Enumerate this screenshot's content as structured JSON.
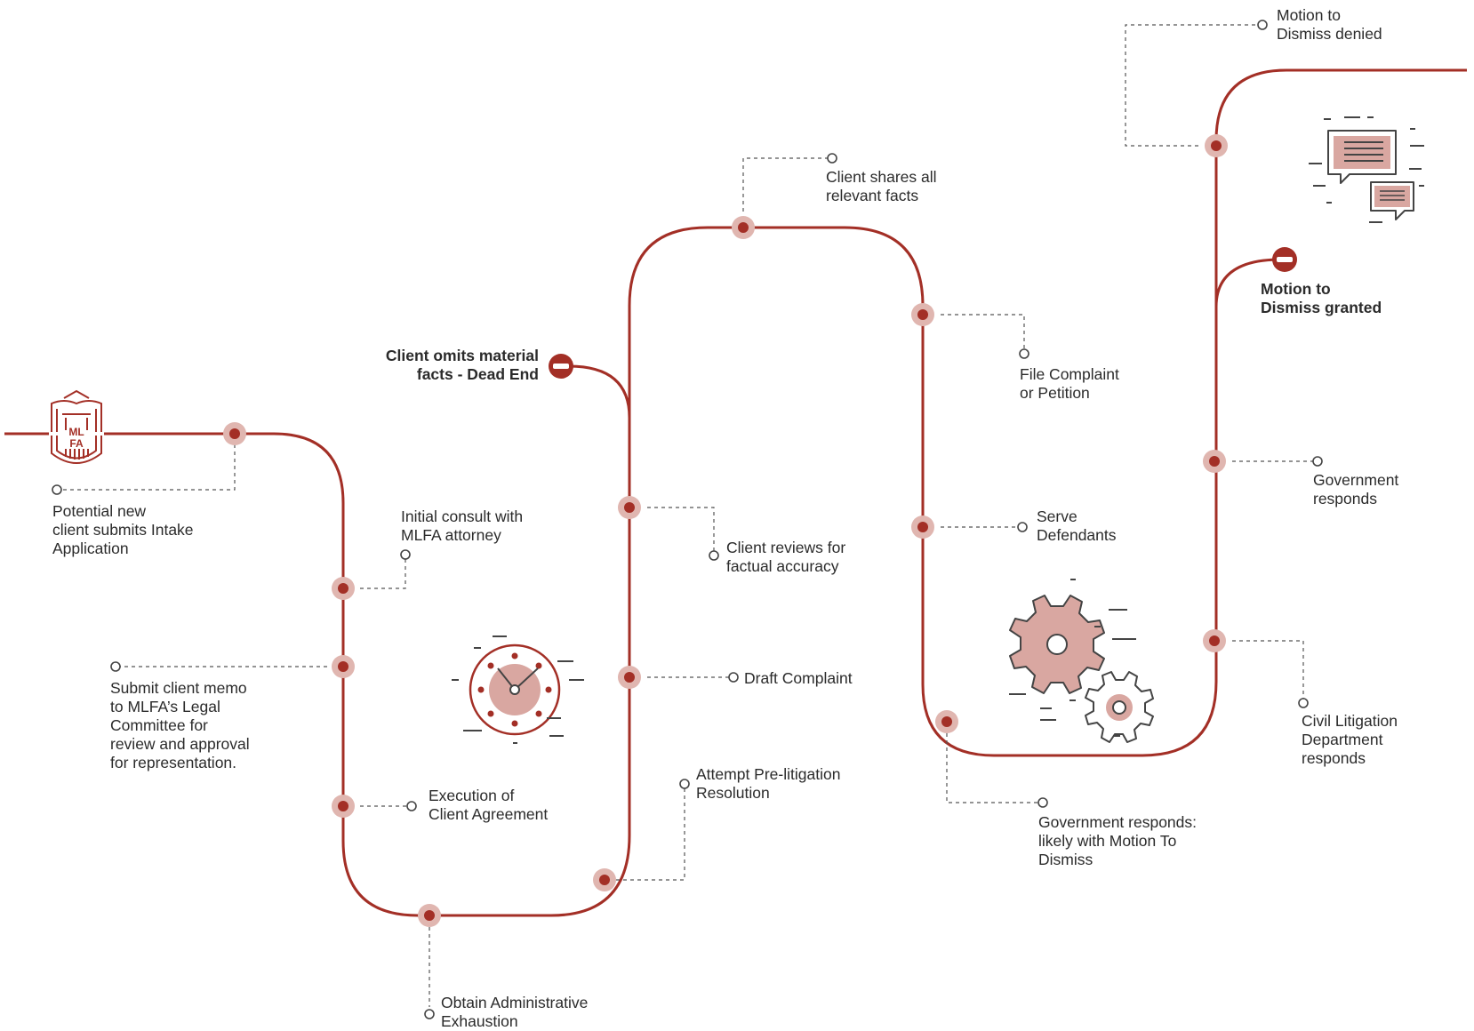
{
  "colors": {
    "path": "#a32f26",
    "node_halo": "#e0b6b0",
    "node_core": "#a32f26",
    "icon_fill": "#d9a7a1",
    "text": "#2b2b2b",
    "connector": "#555555"
  },
  "logo": {
    "text_top": "ML",
    "text_bottom": "FA",
    "icon": "shield-column-logo"
  },
  "steps": [
    {
      "id": "intake",
      "lines": [
        "Potential new",
        "client submits Intake",
        "Application"
      ]
    },
    {
      "id": "consult",
      "lines": [
        "Initial consult with",
        "MLFA attorney"
      ]
    },
    {
      "id": "memo",
      "lines": [
        "Submit client memo",
        "to MLFA’s Legal",
        "Committee  for",
        "review and approval",
        "for representation."
      ]
    },
    {
      "id": "agreement",
      "lines": [
        "Execution of",
        "Client Agreement"
      ]
    },
    {
      "id": "exhaustion",
      "lines": [
        "Obtain Administrative",
        "Exhaustion"
      ]
    },
    {
      "id": "prelit",
      "lines": [
        "Attempt Pre-litigation",
        "Resolution"
      ]
    },
    {
      "id": "draft",
      "lines": [
        "Draft Complaint"
      ]
    },
    {
      "id": "review",
      "lines": [
        "Client reviews for",
        "factual accuracy"
      ]
    },
    {
      "id": "dead-end",
      "lines": [
        "Client omits material",
        "facts - Dead End"
      ],
      "bold": true
    },
    {
      "id": "shares",
      "lines": [
        "Client shares all",
        "relevant facts"
      ]
    },
    {
      "id": "file",
      "lines": [
        "File Complaint",
        "or Petition"
      ]
    },
    {
      "id": "serve",
      "lines": [
        "Serve",
        "Defendants"
      ]
    },
    {
      "id": "gov-mtd",
      "lines": [
        "Government responds:",
        "likely with Motion To",
        "Dismiss"
      ]
    },
    {
      "id": "civil",
      "lines": [
        "Civil Litigation",
        "Department",
        "responds"
      ]
    },
    {
      "id": "gov",
      "lines": [
        "Government",
        "responds"
      ]
    },
    {
      "id": "granted",
      "lines": [
        "Motion to",
        "Dismiss granted"
      ],
      "bold": true
    },
    {
      "id": "denied",
      "lines": [
        "Motion to",
        "Dismiss denied"
      ]
    }
  ],
  "icons": [
    "clock-icon",
    "gears-icon",
    "chat-bubbles-icon",
    "stop-icon"
  ]
}
